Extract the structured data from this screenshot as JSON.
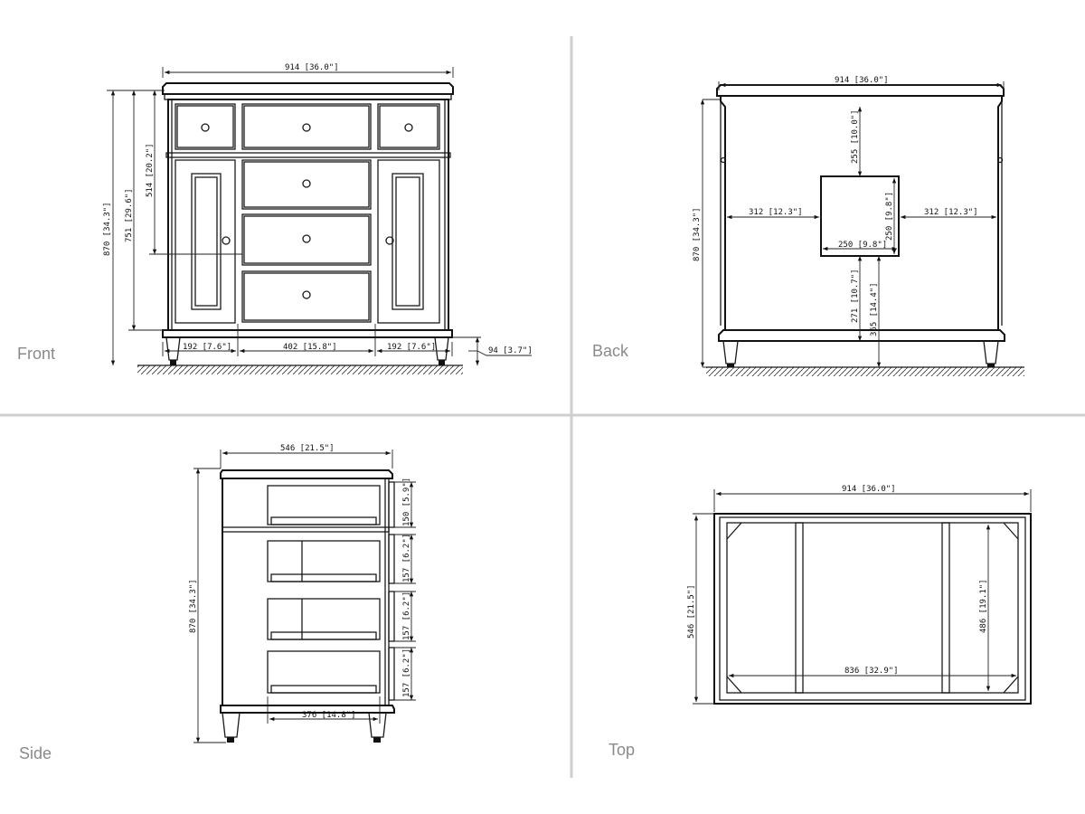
{
  "views": {
    "front": {
      "label": "Front",
      "dims": {
        "width": "914 [36.0\"]",
        "height": "870 [34.3\"]",
        "h751": "751 [29.6\"]",
        "h514": "514 [20.2\"]",
        "left_door": "192 [7.6\"]",
        "center": "402 [15.8\"]",
        "right_door": "192 [7.6\"]",
        "leg": "94 [3.7\"]"
      }
    },
    "back": {
      "label": "Back",
      "dims": {
        "width": "914 [36.0\"]",
        "height": "870 [34.3\"]",
        "top_gap": "255 [10.0\"]",
        "left": "312 [12.3\"]",
        "right": "312 [12.3\"]",
        "cut_w": "250 [9.8\"]",
        "cut_h": "250 [9.8\"]",
        "h271": "271 [10.7\"]",
        "h365": "365 [14.4\"]"
      }
    },
    "side": {
      "label": "Side",
      "dims": {
        "depth": "546 [21.5\"]",
        "height": "870 [34.3\"]",
        "d150": "150 [5.9\"]",
        "d157a": "157 [6.2\"]",
        "d157b": "157 [6.2\"]",
        "d157c": "157 [6.2\"]",
        "drawer": "376 [14.8\"]"
      }
    },
    "top": {
      "label": "Top",
      "dims": {
        "width": "914 [36.0\"]",
        "depth": "546 [21.5\"]",
        "inner_depth": "486 [19.1\"]",
        "inner_width": "836 [32.9\"]"
      }
    }
  },
  "colors": {
    "line": "#1a1a1a",
    "separator": "#cfcfcf",
    "label": "#8a8a8a"
  }
}
